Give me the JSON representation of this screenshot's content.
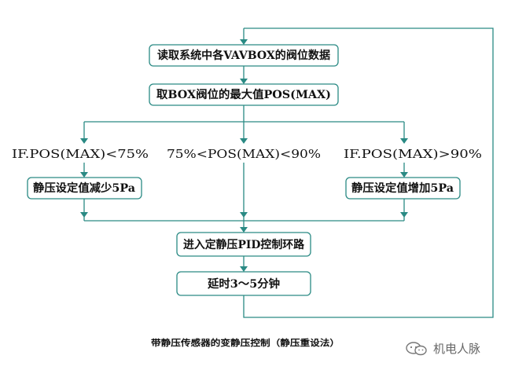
{
  "boxes": {
    "read_data": "读取系统中各VAVBOX的阀位数据",
    "take_max": "取BOX阀位的最大值POS(MAX)",
    "decrease": "静压设定值减少5Pa",
    "increase": "静压设定值增加5Pa",
    "pid": "进入定静压PID控制环路",
    "delay": "延时3～5分钟"
  },
  "conditions": {
    "low": "IF.POS(MAX)<75%",
    "mid": "75%<POS(MAX)<90%",
    "high": "IF.POS(MAX)>90%"
  },
  "caption": "带静压传感器的变静压控制（静压重设法）",
  "watermark": {
    "text": "机电人脉",
    "icon": "wechat-icon"
  },
  "colors": {
    "flow_line": "#2a8a84",
    "box_border": "#2a8a84",
    "text": "#111111"
  }
}
